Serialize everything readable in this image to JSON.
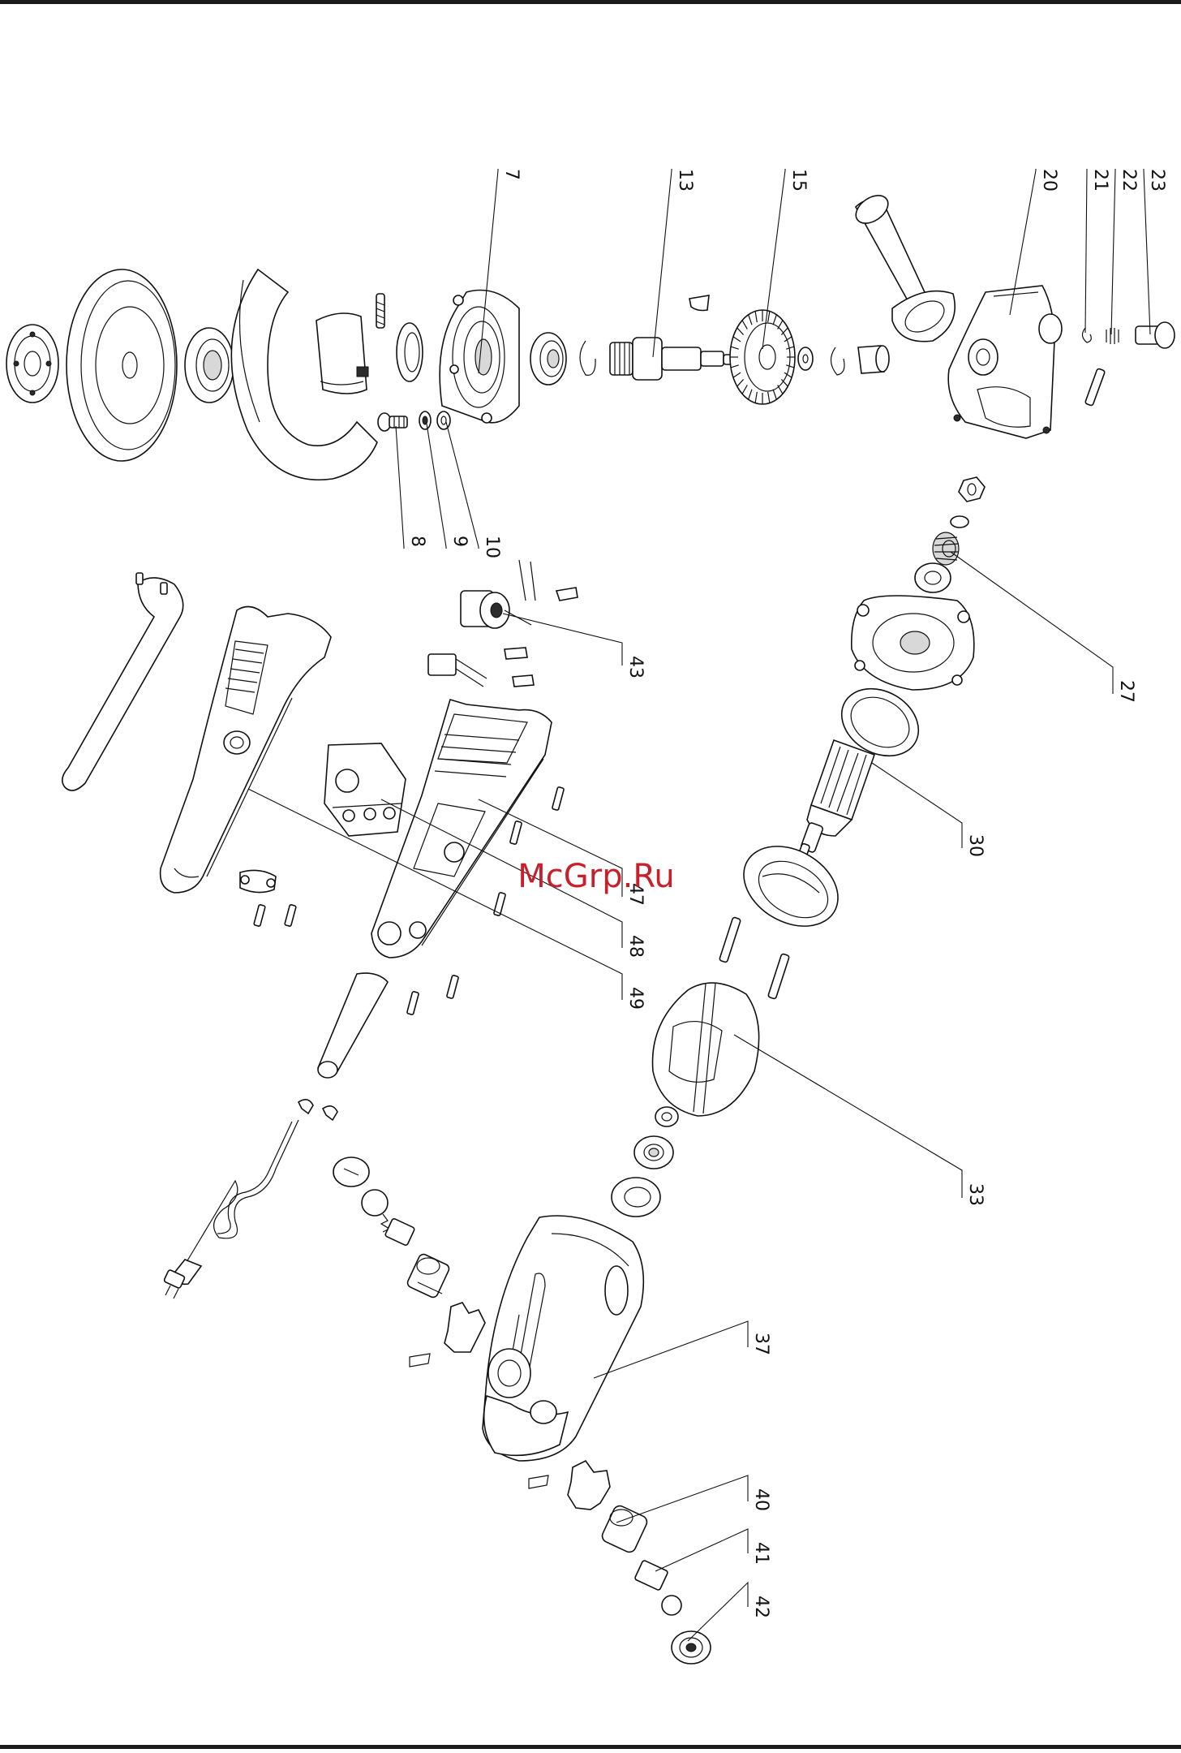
{
  "watermark": "McGrp.Ru",
  "colors": {
    "watermark": "#c8202a",
    "ink": "#111111"
  },
  "labels": [
    {
      "id": "7",
      "text": "7"
    },
    {
      "id": "8",
      "text": "8"
    },
    {
      "id": "9",
      "text": "9"
    },
    {
      "id": "10",
      "text": "10"
    },
    {
      "id": "13",
      "text": "13"
    },
    {
      "id": "15",
      "text": "15"
    },
    {
      "id": "20",
      "text": "20"
    },
    {
      "id": "21",
      "text": "21"
    },
    {
      "id": "22",
      "text": "22"
    },
    {
      "id": "23",
      "text": "23"
    },
    {
      "id": "27",
      "text": "27"
    },
    {
      "id": "30",
      "text": "30"
    },
    {
      "id": "33",
      "text": "33"
    },
    {
      "id": "37",
      "text": "37"
    },
    {
      "id": "40",
      "text": "40"
    },
    {
      "id": "41",
      "text": "41"
    },
    {
      "id": "42",
      "text": "42"
    },
    {
      "id": "43",
      "text": "43"
    },
    {
      "id": "47",
      "text": "47"
    },
    {
      "id": "48",
      "text": "48"
    },
    {
      "id": "49",
      "text": "49"
    }
  ]
}
